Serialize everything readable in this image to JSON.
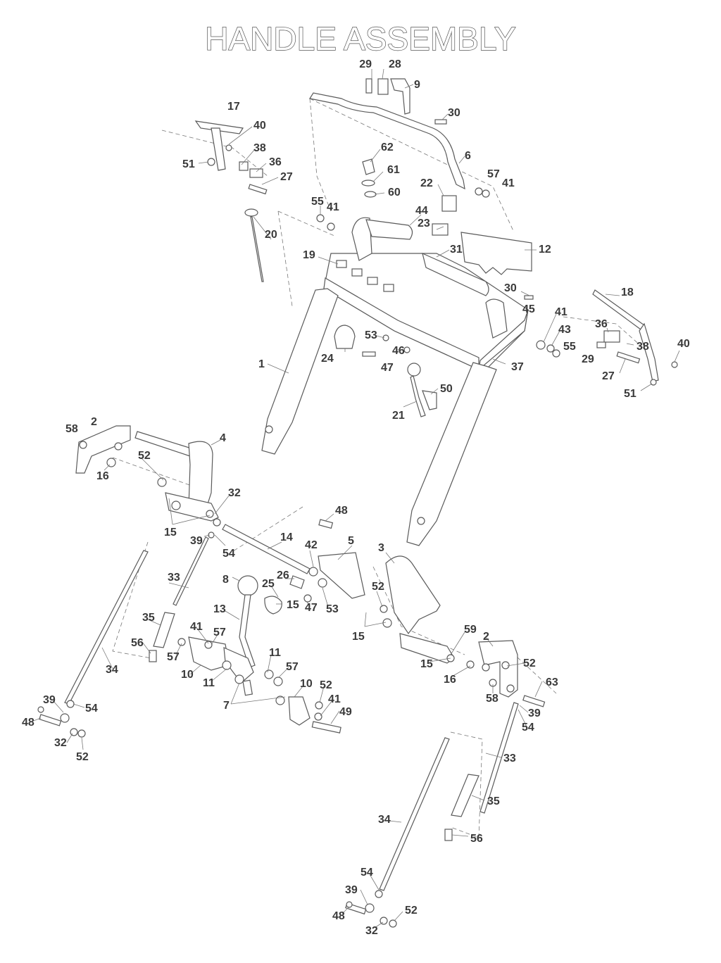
{
  "title": "HANDLE ASSEMBLY",
  "callouts": [
    "29",
    "28",
    "9",
    "30",
    "17",
    "40",
    "38",
    "36",
    "27",
    "51",
    "62",
    "61",
    "60",
    "6",
    "57",
    "41",
    "22",
    "55",
    "41",
    "44",
    "23",
    "20",
    "19",
    "31",
    "12",
    "30",
    "45",
    "41",
    "43",
    "55",
    "18",
    "36",
    "38",
    "40",
    "29",
    "27",
    "51",
    "24",
    "53",
    "46",
    "47",
    "37",
    "1",
    "50",
    "21",
    "58",
    "2",
    "4",
    "52",
    "16",
    "32",
    "15",
    "48",
    "39",
    "54",
    "14",
    "42",
    "5",
    "3",
    "33",
    "8",
    "26",
    "25",
    "15",
    "47",
    "53",
    "52",
    "13",
    "41",
    "57",
    "35",
    "56",
    "57",
    "11",
    "57",
    "10",
    "11",
    "34",
    "7",
    "10",
    "52",
    "41",
    "49",
    "15",
    "59",
    "2",
    "15",
    "52",
    "16",
    "63",
    "58",
    "39",
    "54",
    "39",
    "54",
    "48",
    "32",
    "52",
    "33",
    "35",
    "34",
    "56",
    "54",
    "39",
    "52",
    "48",
    "32"
  ]
}
